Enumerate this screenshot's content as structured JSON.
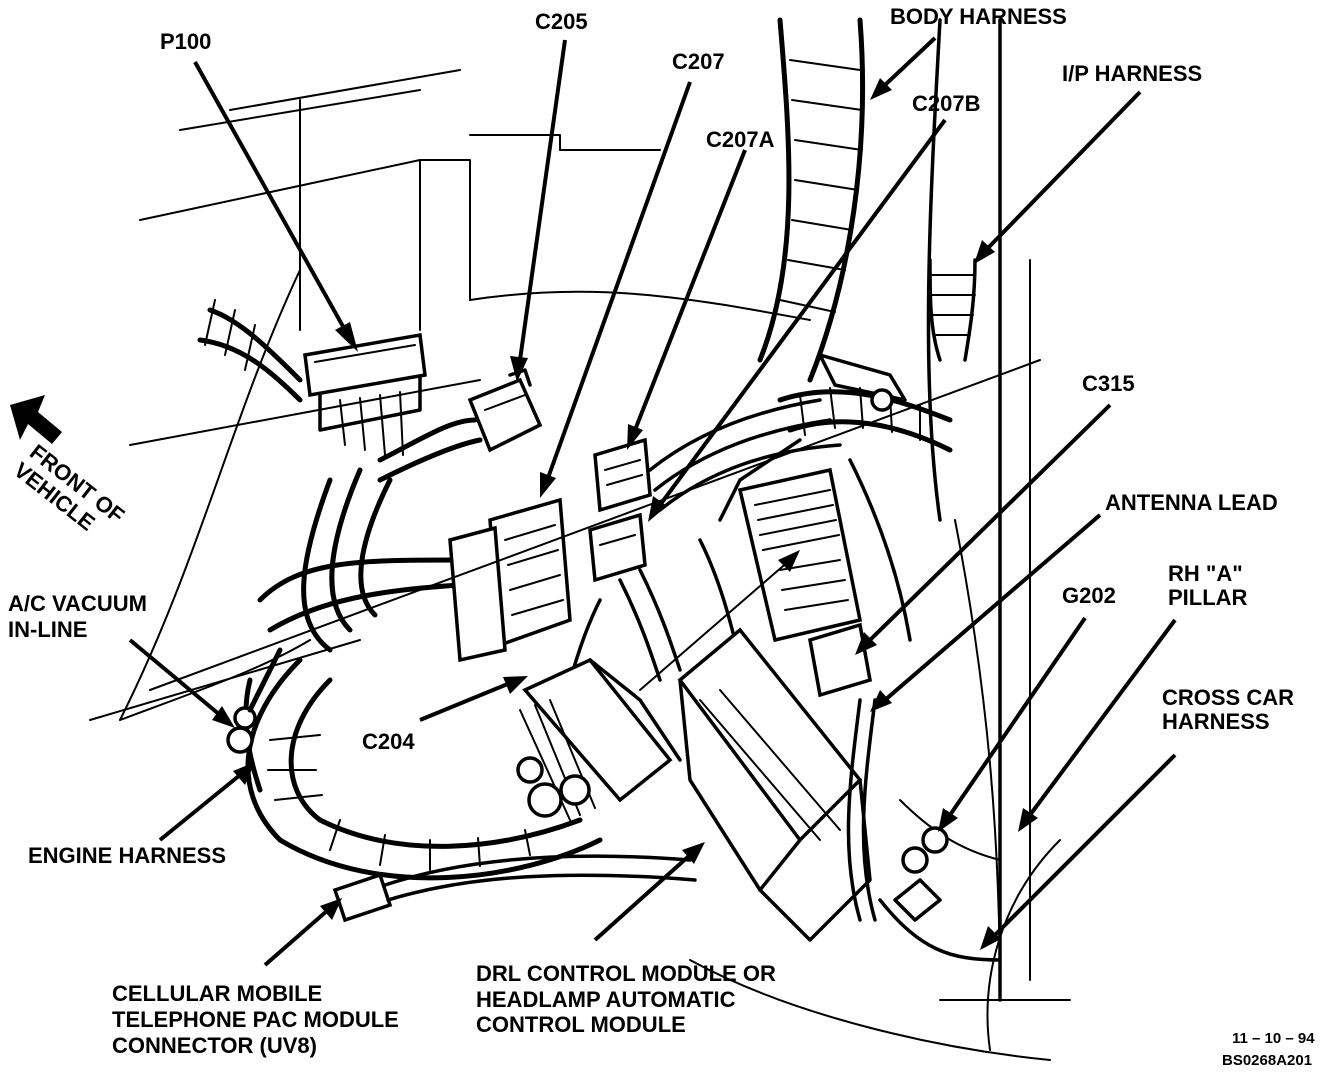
{
  "labels": {
    "body_harness": "BODY HARNESS",
    "ip_harness": "I/P HARNESS",
    "p100": "P100",
    "c205": "C205",
    "c207": "C207",
    "c207a": "C207A",
    "c207b": "C207B",
    "c315": "C315",
    "front_line1": "FRONT OF",
    "front_line2": "VEHICLE",
    "antenna_lead": "ANTENNA LEAD",
    "ac_vacuum_line1": "A/C VACUUM",
    "ac_vacuum_line2": "IN-LINE",
    "g202": "G202",
    "rh_pillar_line1": "RH \"A\"",
    "rh_pillar_line2": "PILLAR",
    "cross_car_line1": "CROSS CAR",
    "cross_car_line2": "HARNESS",
    "c204": "C204",
    "engine_harness": "ENGINE HARNESS",
    "cellular_line1": "CELLULAR MOBILE",
    "cellular_line2": "TELEPHONE PAC MODULE",
    "cellular_line3": "CONNECTOR (UV8)",
    "drl_line1": "DRL CONTROL MODULE OR",
    "drl_line2": "HEADLAMP AUTOMATIC",
    "drl_line3": "CONTROL MODULE",
    "date_code": "11 – 10 – 94",
    "figure_id": "BS0268A201"
  }
}
